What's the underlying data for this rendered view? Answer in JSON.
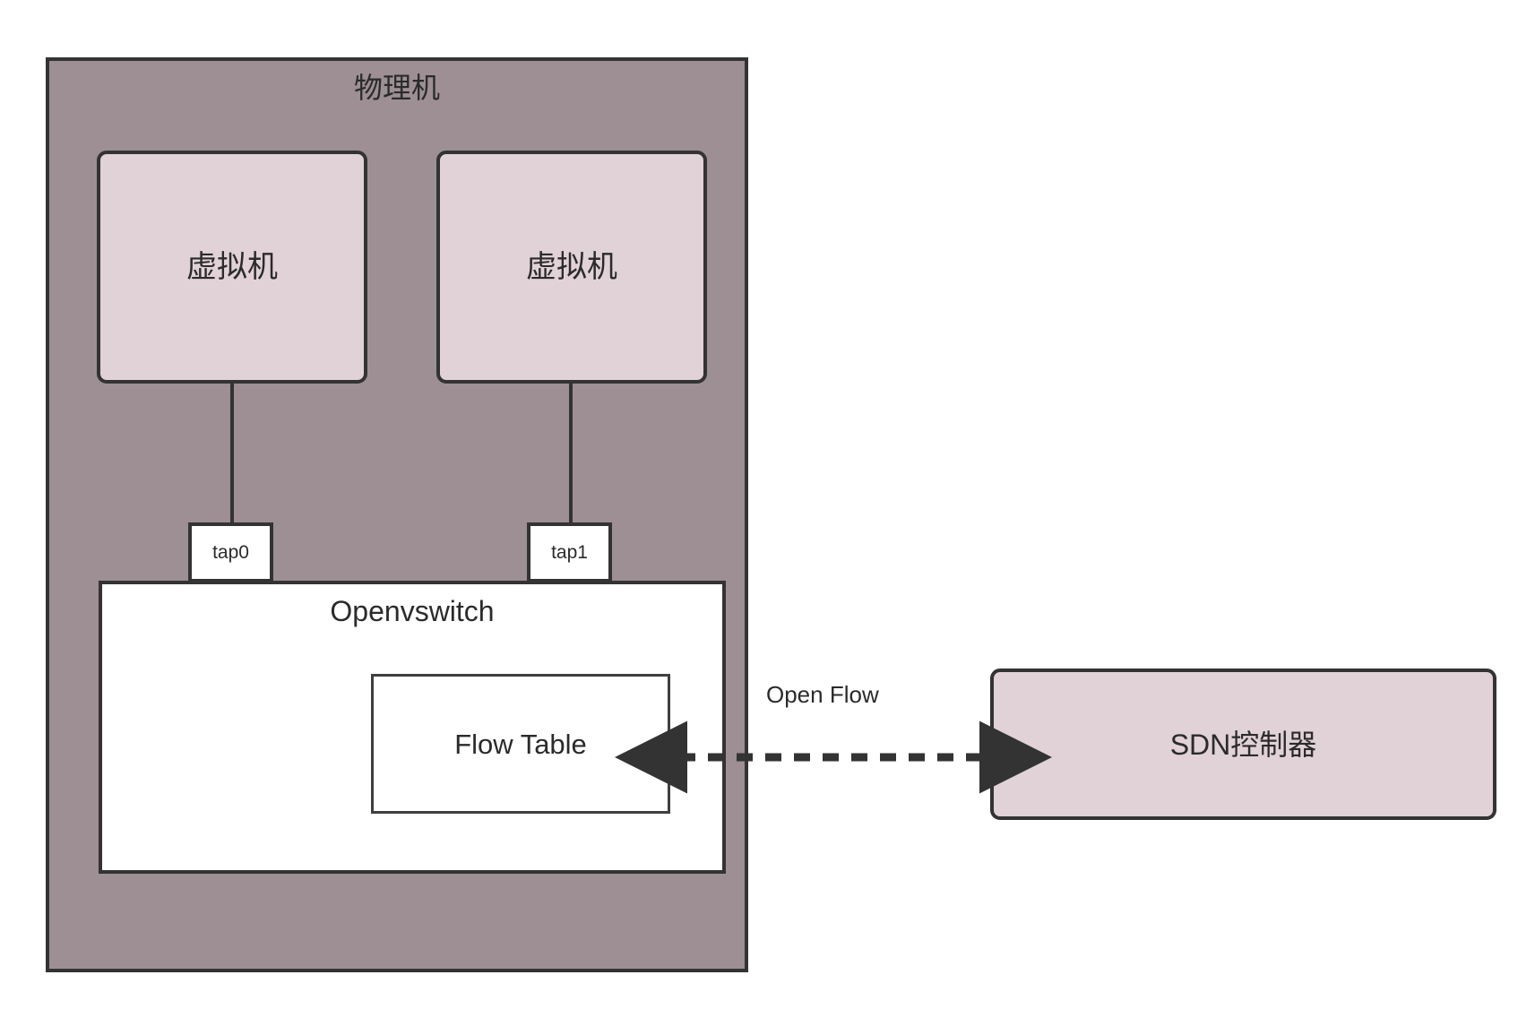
{
  "diagram": {
    "host": {
      "title": "物理机",
      "fill": "#9d8f94",
      "stroke": "#333333"
    },
    "vms": [
      {
        "label": "虚拟机",
        "tap": "tap0"
      },
      {
        "label": "虚拟机",
        "tap": "tap1"
      }
    ],
    "switch": {
      "title": "Openvswitch",
      "flow_table": "Flow Table",
      "fill": "#ffffff"
    },
    "controller": {
      "label": "SDN控制器",
      "fill": "#e1d2d8",
      "stroke": "#333333"
    },
    "connection": {
      "protocol_label": "Open Flow",
      "style": "dashed",
      "direction": "bidirectional",
      "color": "#333333"
    },
    "palette": {
      "host_fill": "#9d8f94",
      "node_fill": "#e1d2d8",
      "stroke": "#333333",
      "white": "#ffffff",
      "text": "#2b2b2b"
    }
  }
}
